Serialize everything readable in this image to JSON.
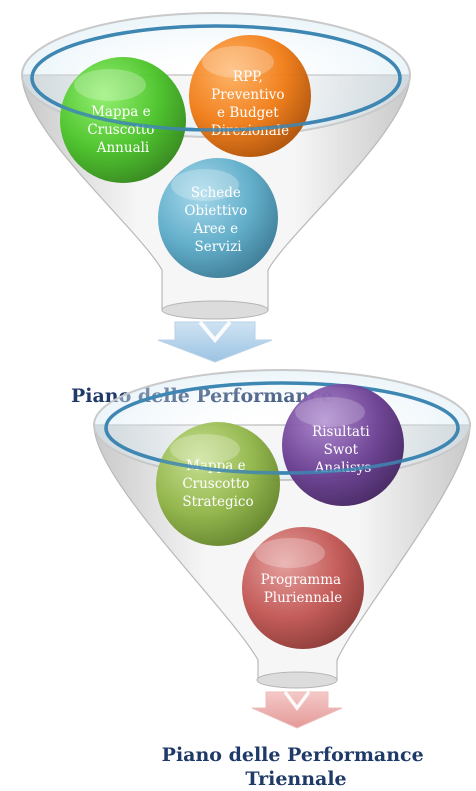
{
  "funnel_top": {
    "balls": [
      {
        "id": "mappa-annuali",
        "lines": [
          "Mappa e",
          "Cruscotto",
          "Annuali"
        ],
        "color": "#48c226"
      },
      {
        "id": "rpp",
        "lines": [
          "RPP,",
          "Preventivo",
          "e Budget",
          "Direzionale"
        ],
        "color": "#f07a13"
      },
      {
        "id": "schede",
        "lines": [
          "Schede",
          "Obiettivo",
          "Aree e",
          "Servizi"
        ],
        "color": "#56a8c6"
      }
    ],
    "output_label": "Piano delle Performance"
  },
  "funnel_bottom": {
    "balls": [
      {
        "id": "mappa-strategico",
        "lines": [
          "Mappa e",
          "Cruscotto",
          "Strategico"
        ],
        "color": "#8fb446"
      },
      {
        "id": "swot",
        "lines": [
          "Risultati",
          "Swot",
          "Analisys"
        ],
        "color": "#6a3d92"
      },
      {
        "id": "pluriennale",
        "lines": [
          "Programma",
          "Pluriennale"
        ],
        "color": "#c0504d"
      }
    ],
    "output_label_lines": [
      "Piano delle Performance",
      "Triennale"
    ]
  }
}
